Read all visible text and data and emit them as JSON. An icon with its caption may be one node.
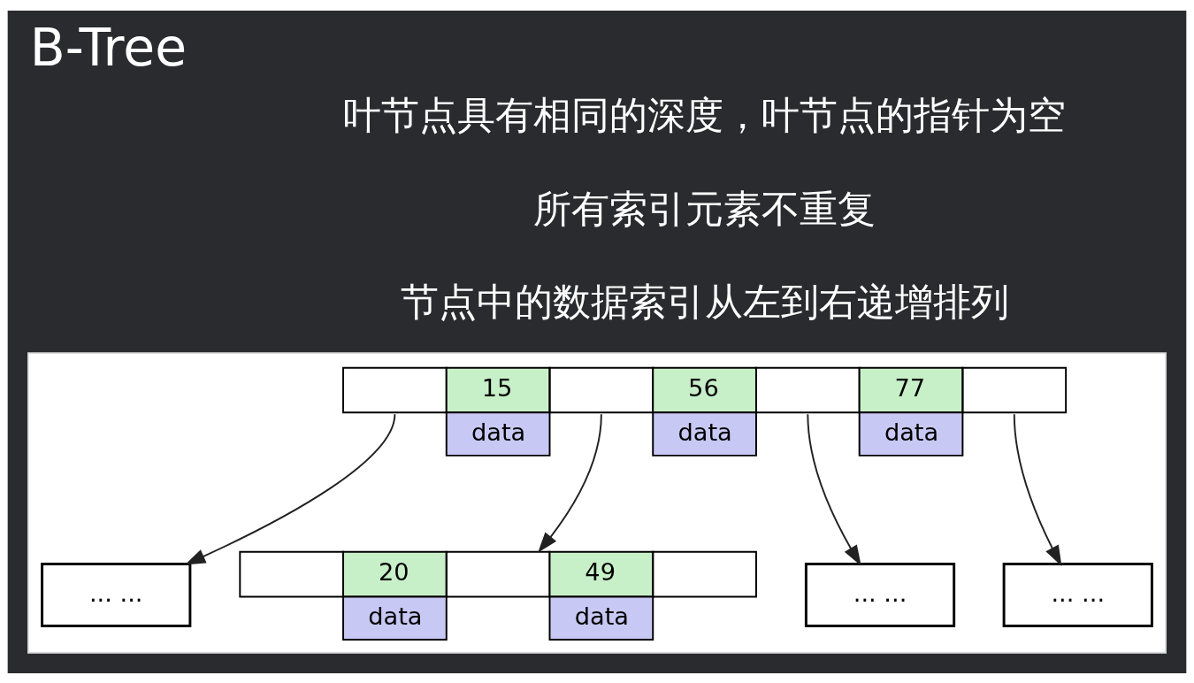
{
  "diagram": {
    "title": "B-Tree",
    "nodes": [
      {
        "text": [],
        "shape": "box"
      },
      {
        "text": [
          "15",
          "data",
          "56",
          "data",
          "77",
          "data"
        ],
        "in": 0
      },
      {
        "text": [
          "... ..."
        ],
        "in": 0
      },
      {
        "text": [
          "20",
          "data",
          "49",
          "data"
        ],
        "in": 0
      },
      {
        "text": [
          "... ..."
        ],
        "in": 0
      },
      {
        "text": [
          "... ..."
        ],
        "in": 0
      }
    ],
    "edges": [
      {
        "from": 1,
        "to": 2,
        "arrow": "to"
      },
      {
        "from": 1,
        "to": 3,
        "arrow": "to"
      },
      {
        "from": 1,
        "to": 4,
        "arrow": "to"
      },
      {
        "from": 1,
        "to": 5,
        "arrow": "to"
      }
    ],
    "labels": [
      "叶节点具有相同的深度，叶节点的指针为空",
      "所有索引元素不重复",
      "节点中的数据索引从左到右递增排列"
    ]
  }
}
